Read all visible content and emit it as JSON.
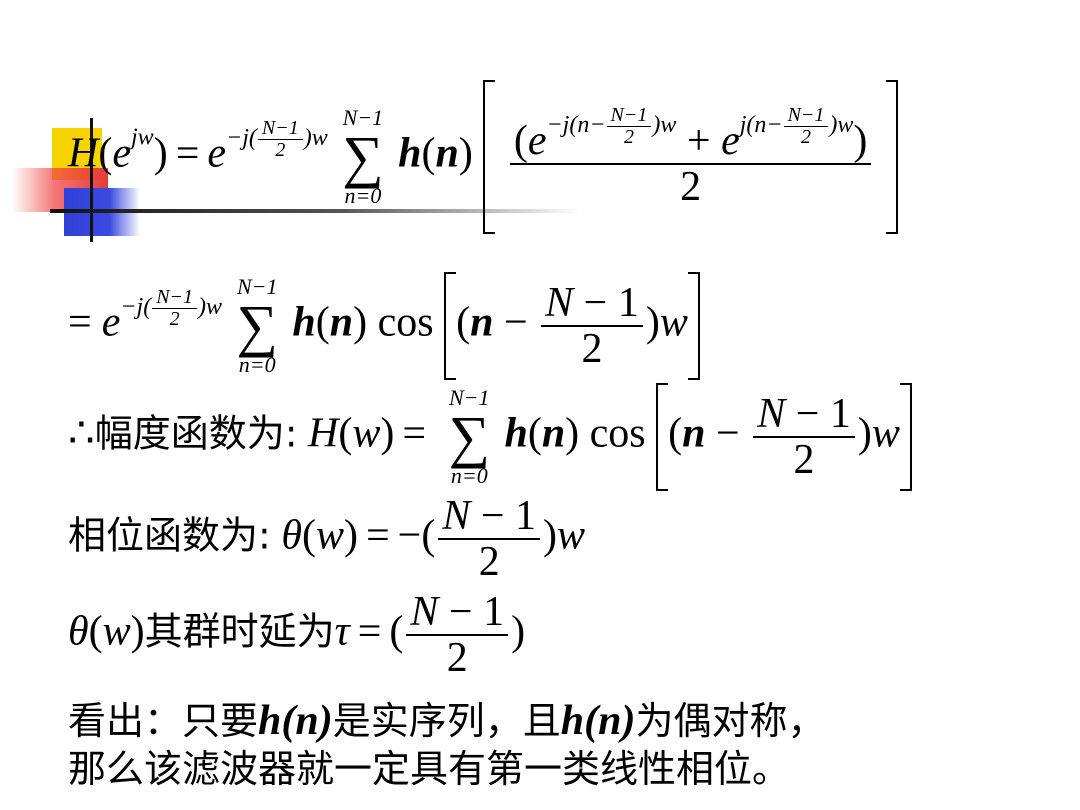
{
  "line1": {
    "lhs": "H(e^{jw}) =",
    "expr": "e^{-j((N-1)/2)w} Σ_{n=0}^{N-1} h(n) [ (e^{-j(n-(N-1)/2)w} + e^{j(n-(N-1)/2)w}) / 2 ]"
  },
  "line2": {
    "expr": "= e^{-j((N-1)/2)w} Σ_{n=0}^{N-1} h(n) cos[(n - (N-1)/2)w]"
  },
  "line3": {
    "therefore": "∴",
    "label": "幅度函数为:",
    "expr": "H(w) = Σ_{n=0}^{N-1} h(n) cos[(n - (N-1)/2)w]"
  },
  "line4": {
    "label": "相位函数为:",
    "expr": "θ(w) = -((N-1)/2)w"
  },
  "line5": {
    "theta": "θ(w)",
    "label": "其群时延为",
    "expr": "τ = ((N-1)/2)"
  },
  "conclusion": {
    "line1_a": "看出：只要",
    "hn": "h(n)",
    "line1_b": "是实序列，且",
    "line1_c": "为偶对称，",
    "line2": "那么该滤波器就一定具有第一类线性相位。"
  }
}
